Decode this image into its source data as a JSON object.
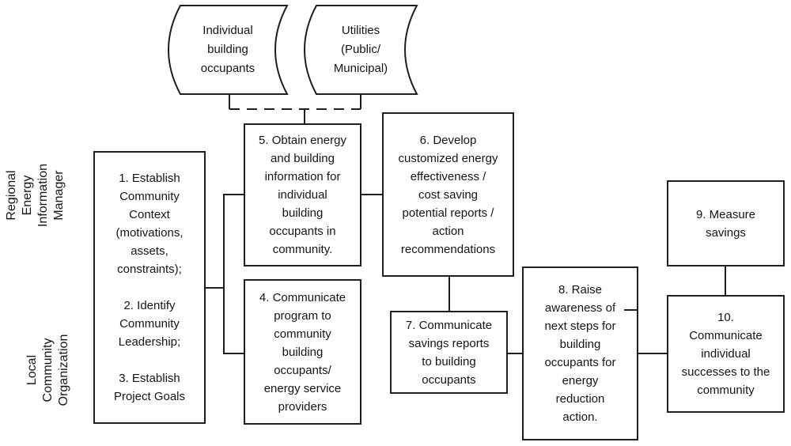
{
  "colors": {
    "line": "#1f1f1f",
    "text": "#141414",
    "canvas": "#ffffff"
  },
  "lanes": [
    {
      "id": "regional-energy-information-manager",
      "label": "Regional\nEnergy\nInformation\nManager"
    },
    {
      "id": "local-community-organization",
      "label": "Local\nCommunity\nOrganization"
    }
  ],
  "data_stores": [
    {
      "id": "individual-building-occupants",
      "label": "Individual\nbuilding\noccupants"
    },
    {
      "id": "utilities-public-municipal",
      "label": "Utilities\n(Public/\nMunicipal)"
    }
  ],
  "steps": [
    {
      "id": "steps-1-2-3",
      "label": "1. Establish\nCommunity\nContext\n(motivations,\nassets,\nconstraints);\n\n2. Identify\nCommunity\nLeadership;\n\n3. Establish\nProject Goals"
    },
    {
      "id": "step-4",
      "label": "4. Communicate\nprogram to\ncommunity\nbuilding\noccupants/\nenergy service\nproviders"
    },
    {
      "id": "step-5",
      "label": "5. Obtain energy\nand building\ninformation for\nindividual\nbuilding\noccupants in\ncommunity."
    },
    {
      "id": "step-6",
      "label": "6. Develop\ncustomized energy\neffectiveness /\ncost saving\npotential reports /\naction\nrecommendations"
    },
    {
      "id": "step-7",
      "label": "7. Communicate\nsavings reports\nto building\noccupants"
    },
    {
      "id": "step-8",
      "label": "8. Raise\nawareness of\nnext steps for\nbuilding\noccupants for\nenergy\nreduction\naction."
    },
    {
      "id": "step-9",
      "label": "9. Measure\nsavings"
    },
    {
      "id": "step-10",
      "label": "10.\nCommunicate\nindividual\nsuccesses to the\ncommunity"
    }
  ]
}
